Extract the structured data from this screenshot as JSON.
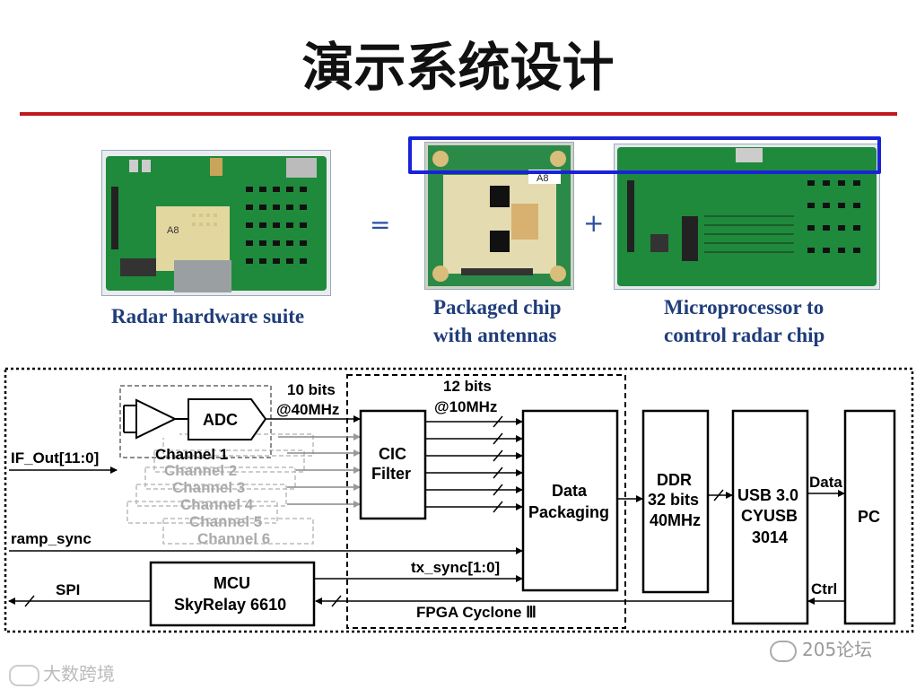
{
  "slide": {
    "title": "演示系统设计"
  },
  "photos": {
    "suite_caption": "Radar hardware suite",
    "chip_caption": [
      "Packaged chip",
      "with antennas"
    ],
    "mcu_caption": [
      "Microprocessor to",
      "control radar chip"
    ],
    "equals": "=",
    "plus": "+",
    "chip_marking": "A8"
  },
  "diagram": {
    "adc": "ADC",
    "channels": [
      "Channel 1",
      "Channel 2",
      "Channel 3",
      "Channel 4",
      "Channel 5",
      "Channel 6"
    ],
    "if_out": "IF_Out[11:0]",
    "ramp_sync": "ramp_sync",
    "spi": "SPI",
    "bits10": [
      "10 bits",
      "@40MHz"
    ],
    "bits12": [
      "12 bits",
      "@10MHz"
    ],
    "cic": [
      "CIC",
      "Filter"
    ],
    "packaging": [
      "Data",
      "Packaging"
    ],
    "ddr": [
      "DDR",
      "32 bits",
      "40MHz"
    ],
    "usb": [
      "USB 3.0",
      "CYUSB",
      "3014"
    ],
    "pc": "PC",
    "data_label": "Data",
    "ctrl_label": "Ctrl",
    "tx_sync": "tx_sync[1:0]",
    "mcu": [
      "MCU",
      "SkyRelay 6610"
    ],
    "fpga": "FPGA Cyclone Ⅲ"
  },
  "watermarks": {
    "left": "大数跨境",
    "right": "205论坛"
  },
  "colors": {
    "title_rule": "#c0181b",
    "caption": "#1f3d7a",
    "highlight": "#1a22d8",
    "pcb": "#1f8a3c"
  }
}
